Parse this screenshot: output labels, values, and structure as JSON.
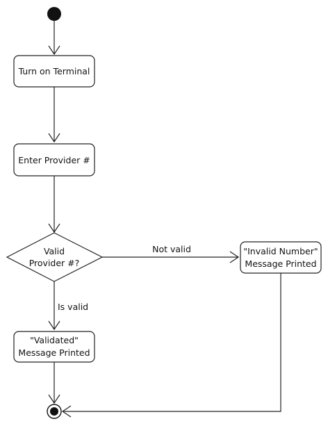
{
  "diagram": {
    "nodes": {
      "turn_on": {
        "label": "Turn on Terminal"
      },
      "enter_provider": {
        "label": "Enter Provider #"
      },
      "decision": {
        "line1": "Valid",
        "line2": "Provider #?"
      },
      "invalid": {
        "line1": "\"Invalid Number\"",
        "line2": "Message Printed"
      },
      "validated": {
        "line1": "\"Validated\"",
        "line2": "Message Printed"
      }
    },
    "edges": {
      "not_valid": "Not valid",
      "is_valid": "Is valid"
    }
  }
}
